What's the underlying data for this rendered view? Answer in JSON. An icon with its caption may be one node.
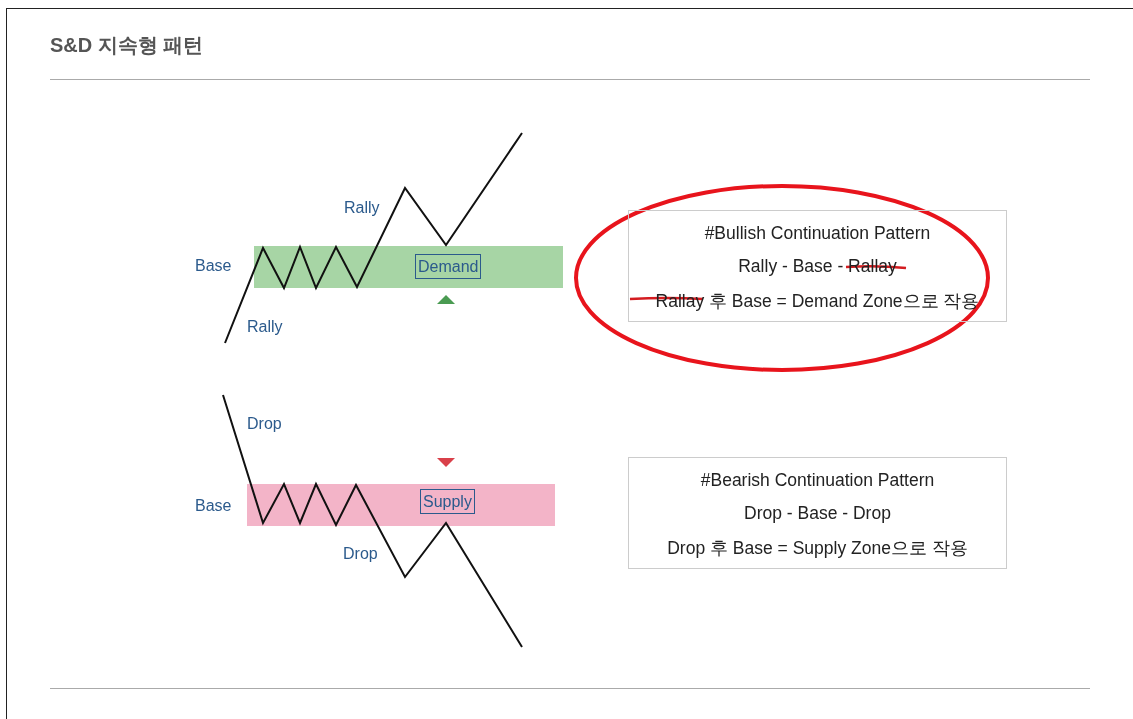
{
  "diagram": {
    "title": "S&D 지속형 패턴",
    "nodes": [
      {
        "text": [
          "Demand"
        ]
      },
      {
        "text": [
          "#Bullish Continuation Pattern",
          "Rally - Base - Rallay",
          "Rallay 후 Base = Demand Zone으로 작용"
        ]
      },
      {
        "text": [
          "Supply"
        ]
      },
      {
        "text": [
          "#Bearish Continuation Pattern",
          "Drop - Base - Drop",
          "Drop 후 Base = Supply Zone으로 작용"
        ]
      }
    ],
    "edges": [],
    "labels": [
      "Rally",
      "Base",
      "Rally",
      "Drop",
      "Base",
      "Drop"
    ]
  }
}
